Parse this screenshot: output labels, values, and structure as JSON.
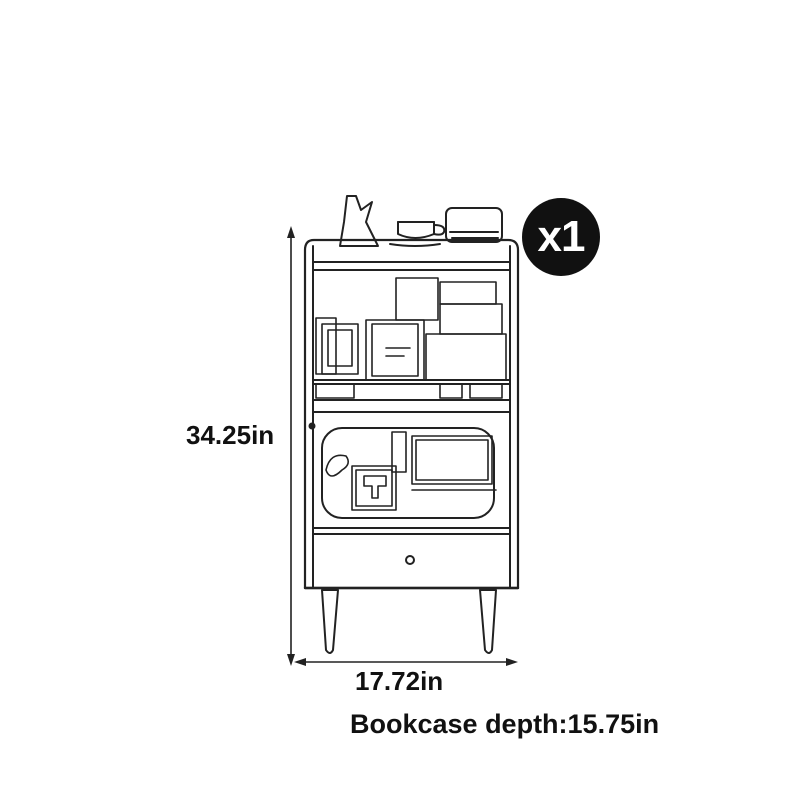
{
  "product": {
    "name": "Bookcase",
    "quantity_badge": "x1"
  },
  "dimensions": {
    "height_label": "34.25in",
    "width_label": "17.72in",
    "depth_label": "Bookcase depth:15.75in"
  },
  "colors": {
    "line": "#222222",
    "badge": "#111111",
    "background": "#ffffff"
  }
}
